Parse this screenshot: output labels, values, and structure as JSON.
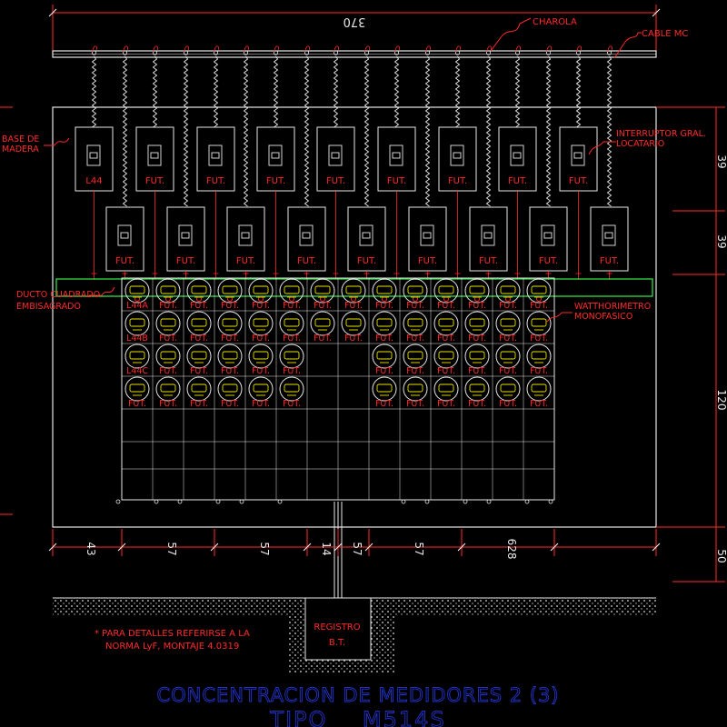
{
  "dimensions": {
    "overall_width": "370",
    "right": [
      "39",
      "39",
      "120",
      "50"
    ],
    "bottom": [
      "43",
      "57",
      "57",
      "14",
      "57",
      "57",
      "628"
    ]
  },
  "labels": {
    "charola": "CHAROLA",
    "cable": "CABLE MC",
    "base": [
      "BASE DE",
      "MADERA"
    ],
    "interruptor": [
      "INTERRUPTOR GRAL.",
      "LOCATARIO"
    ],
    "ducto": [
      "DUCTO CUADRADO",
      "EMBISAGRADO"
    ],
    "watthorimetro": [
      "WATTHORIMETRO",
      "MONOFASICO"
    ],
    "registro": [
      "REGISTRO",
      "B.T."
    ],
    "note": [
      "* PARA DETALLES REFERIRSE A LA",
      "NORMA LyF, MONTAJE 4.0319"
    ]
  },
  "title": {
    "line1": "CONCENTRACION DE MEDIDORES 2 (3)",
    "line2": "TIPO    M514S"
  },
  "breakers": {
    "top_row": [
      "L44",
      "FUT.",
      "FUT.",
      "FUT.",
      "FUT.",
      "FUT.",
      "FUT.",
      "FUT.",
      "FUT."
    ],
    "bottom_row": [
      "FUT.",
      "FUT.",
      "FUT.",
      "FUT.",
      "FUT.",
      "FUT.",
      "FUT.",
      "FUT.",
      "FUT."
    ]
  },
  "meters": {
    "row1": [
      "L44A",
      "FUT.",
      "FUT.",
      "FUT.",
      "FUT.",
      "FUT.",
      "FUT.",
      "FUT.",
      "FUT.",
      "FUT.",
      "FUT.",
      "FUT.",
      "FUT.",
      "FUT."
    ],
    "row2": [
      "L44B",
      "FUT.",
      "FUT.",
      "FUT.",
      "FUT.",
      "FUT.",
      "FUT.",
      "FUT.",
      "FUT.",
      "FUT.",
      "FUT.",
      "FUT.",
      "FUT.",
      "FUT."
    ],
    "row3": [
      "L44C",
      "FUT.",
      "FUT.",
      "FUT.",
      "FUT.",
      "FUT.",
      "",
      "",
      "FUT.",
      "FUT.",
      "FUT.",
      "FUT.",
      "FUT.",
      "FUT."
    ],
    "row4": [
      "FUT.",
      "FUT.",
      "FUT.",
      "FUT.",
      "FUT.",
      "FUT.",
      "",
      "",
      "FUT.",
      "FUT.",
      "FUT.",
      "FUT.",
      "FUT.",
      "FUT."
    ]
  },
  "colors": {
    "background": "#000000",
    "annotation": "#ff2a2a",
    "linework": "#e8e8e8",
    "duct": "#2ecc40",
    "meter": "#e8e200",
    "title": "#2233cc",
    "dimension": "#ff2a2a"
  }
}
